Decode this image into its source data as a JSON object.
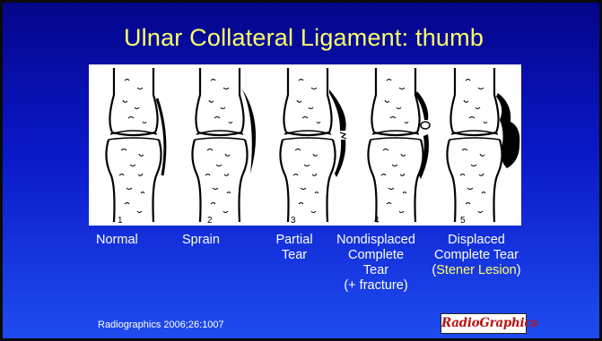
{
  "slide": {
    "title": "Ulnar Collateral Ligament: thumb",
    "figure": {
      "panel_numbers": [
        "1",
        "2",
        "3",
        "4",
        "5"
      ]
    },
    "labels": [
      {
        "lines": [
          "Normal"
        ]
      },
      {
        "lines": [
          "Sprain"
        ]
      },
      {
        "lines": [
          "Partial",
          "Tear"
        ]
      },
      {
        "lines": [
          "Nondisplaced",
          "Complete",
          "Tear",
          "(+ fracture)"
        ]
      },
      {
        "lines": [
          "Displaced",
          "Complete Tear"
        ],
        "accent_prefix": "(",
        "accent_text": "Stener Lesion",
        "accent_suffix": ")"
      }
    ],
    "citation": "Radiographics 2006;26:1007",
    "logo_text": "RadioGraphics",
    "colors": {
      "title": "#ffff66",
      "accent": "#ffff66",
      "background_top": "#05058a",
      "background_bottom": "#1f4cf0",
      "logo_text": "#b81414"
    }
  }
}
